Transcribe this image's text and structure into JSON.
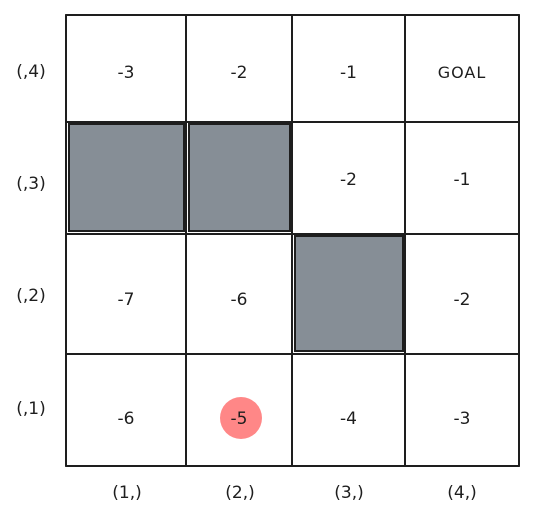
{
  "grid": {
    "rows": [
      [
        "-3",
        "-2",
        "-1",
        "GOAL"
      ],
      [
        "",
        "",
        "-2",
        "-1"
      ],
      [
        "-7",
        "-6",
        "",
        "-2"
      ],
      [
        "-6",
        "-5",
        "-4",
        "-3"
      ]
    ],
    "walls": [
      [
        1,
        0
      ],
      [
        1,
        1
      ],
      [
        2,
        2
      ]
    ],
    "agent": [
      3,
      1
    ],
    "colors": {
      "wall": "#868e96",
      "agent": "#ff8787",
      "line": "#1e1e1e"
    }
  },
  "row_labels": [
    "(,4)",
    "(,3)",
    "(,2)",
    "(,1)"
  ],
  "col_labels": [
    "(1,)",
    "(2,)",
    "(3,)",
    "(4,)"
  ]
}
